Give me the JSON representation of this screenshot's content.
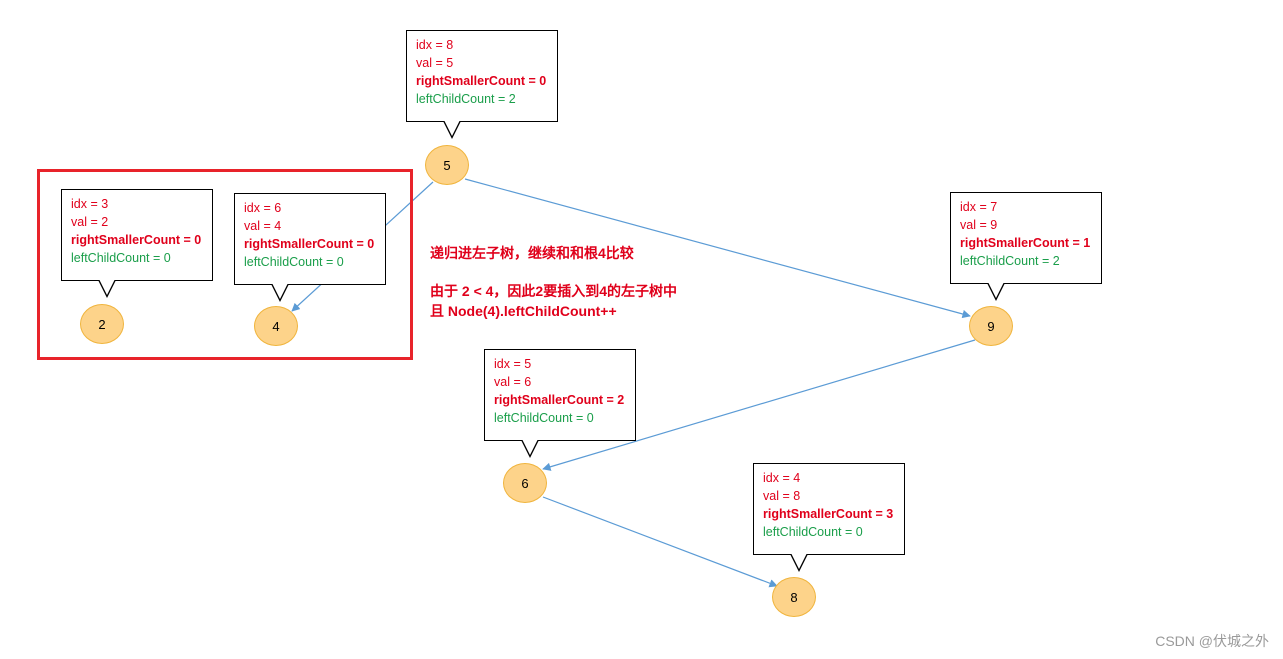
{
  "nodes": {
    "n5": {
      "label": "5"
    },
    "n9": {
      "label": "9"
    },
    "n6": {
      "label": "6"
    },
    "n8": {
      "label": "8"
    },
    "n2": {
      "label": "2"
    },
    "n4": {
      "label": "4"
    }
  },
  "callouts": {
    "c5": {
      "idx": "idx = 8",
      "val": "val = 5",
      "rsc": "rightSmallerCount = 0",
      "lcc": "leftChildCount = 2"
    },
    "c9": {
      "idx": "idx = 7",
      "val": "val = 9",
      "rsc": "rightSmallerCount = 1",
      "lcc": "leftChildCount = 2"
    },
    "c6": {
      "idx": "idx = 5",
      "val": "val = 6",
      "rsc": "rightSmallerCount = 2",
      "lcc": "leftChildCount = 0"
    },
    "c8": {
      "idx": "idx = 4",
      "val": "val = 8",
      "rsc": "rightSmallerCount = 3",
      "lcc": "leftChildCount = 0"
    },
    "c2": {
      "idx": "idx = 3",
      "val": "val = 2",
      "rsc": "rightSmallerCount = 0",
      "lcc": "leftChildCount = 0"
    },
    "c4": {
      "idx": "idx = 6",
      "val": "val = 4",
      "rsc": "rightSmallerCount = 0",
      "lcc": "leftChildCount = 0"
    }
  },
  "annotation": {
    "line1": "递归进左子树，继续和和根4比较",
    "line2": "由于 2 < 4，因此2要插入到4的左子树中",
    "line3": "且 Node(4).leftChildCount++"
  },
  "colors": {
    "node_fill": "#fdd38a",
    "node_border": "#f0b43c",
    "edge": "#5b9bd5",
    "highlight": "#e8232a",
    "text_red": "#e0001b",
    "text_green": "#1a9e4a"
  },
  "watermark": "CSDN @伏城之外"
}
